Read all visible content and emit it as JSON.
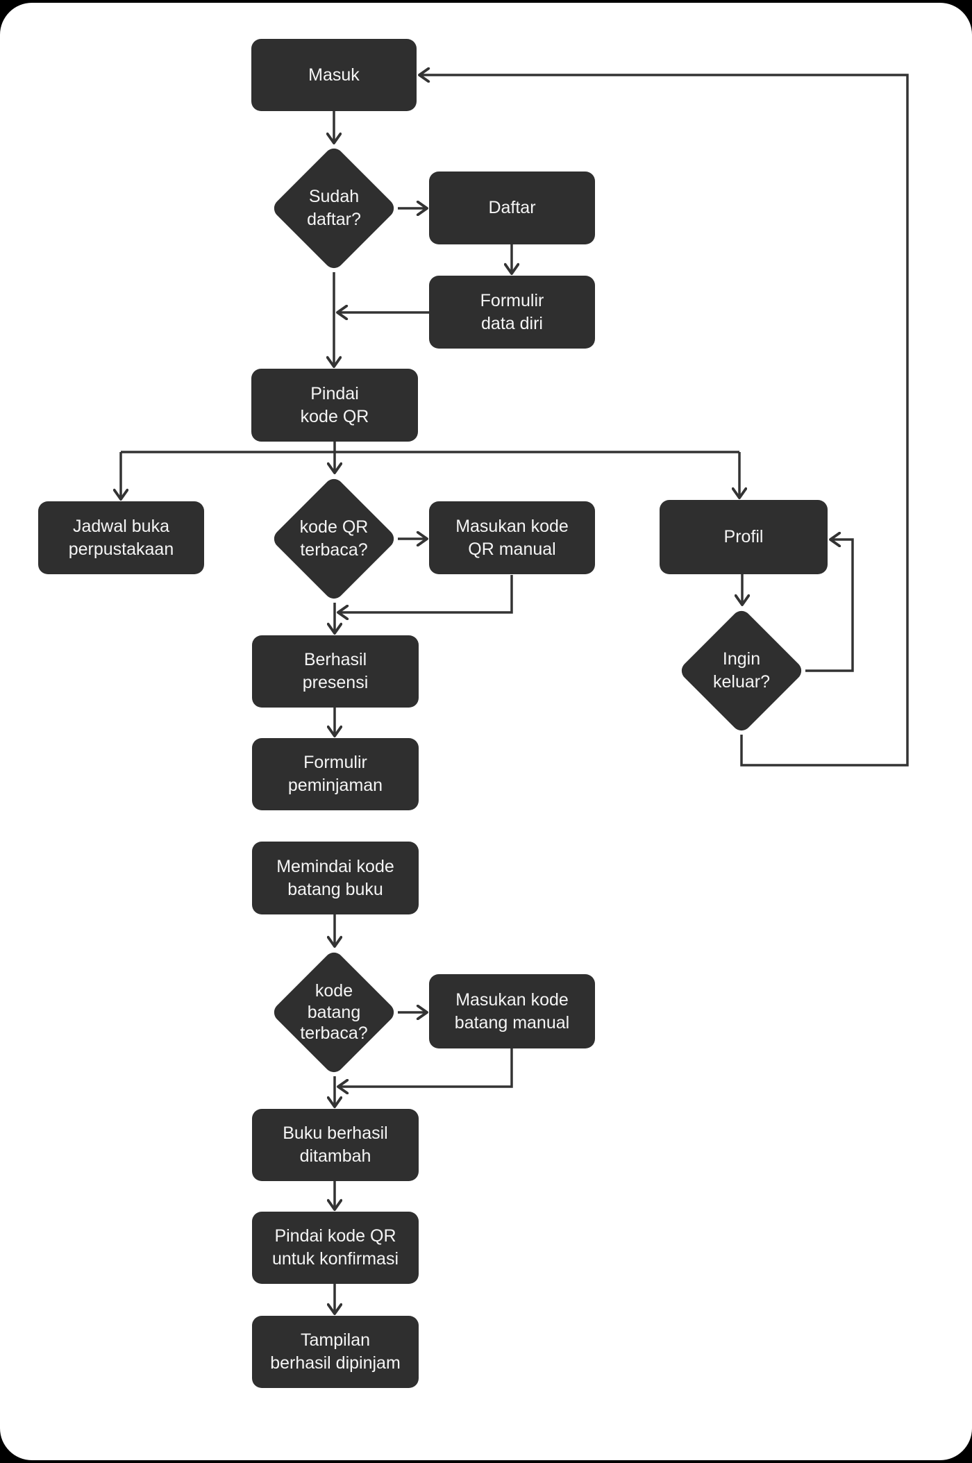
{
  "frame": {
    "background": "#000000",
    "surface": "#ffffff"
  },
  "diagram": {
    "title": "",
    "node_fill": "#2f2f2f",
    "node_text_color": "#f5f5f5",
    "connector_color": "#333333",
    "nodes": {
      "masuk": {
        "shape": "process",
        "label": "Masuk"
      },
      "sudah_daftar": {
        "shape": "decision",
        "label": "Sudah\ndaftar?"
      },
      "daftar": {
        "shape": "process",
        "label": "Daftar"
      },
      "formulir_data_diri": {
        "shape": "process",
        "label": "Formulir\ndata diri"
      },
      "pindai_kode_qr": {
        "shape": "process",
        "label": "Pindai\nkode QR"
      },
      "jadwal_buka": {
        "shape": "process",
        "label": "Jadwal buka\nperpustakaan"
      },
      "kode_qr_terbaca": {
        "shape": "decision",
        "label": "kode QR\nterbaca?"
      },
      "masukan_kode_qr": {
        "shape": "process",
        "label": "Masukan kode\nQR manual"
      },
      "profil": {
        "shape": "process",
        "label": "Profil"
      },
      "ingin_keluar": {
        "shape": "decision",
        "label": "Ingin\nkeluar?"
      },
      "berhasil_presensi": {
        "shape": "process",
        "label": "Berhasil\npresensi"
      },
      "formulir_peminjaman": {
        "shape": "process",
        "label": "Formulir\npeminjaman"
      },
      "memindai_kode_batang": {
        "shape": "process",
        "label": "Memindai kode\nbatang buku"
      },
      "kode_batang_terbaca": {
        "shape": "decision",
        "label": "kode\nbatang\nterbaca?"
      },
      "masukan_kode_batang": {
        "shape": "process",
        "label": "Masukan kode\nbatang manual"
      },
      "buku_berhasil_ditambah": {
        "shape": "process",
        "label": "Buku berhasil\nditambah"
      },
      "pindai_qr_konfirmasi": {
        "shape": "process",
        "label": "Pindai kode QR\nuntuk konfirmasi"
      },
      "tampilan_berhasil_dipinjam": {
        "shape": "process",
        "label": "Tampilan\nberhasil dipinjam"
      }
    },
    "edges": [
      {
        "from": "masuk",
        "to": "sudah_daftar"
      },
      {
        "from": "sudah_daftar",
        "to": "daftar"
      },
      {
        "from": "daftar",
        "to": "formulir_data_diri"
      },
      {
        "from": "formulir_data_diri",
        "to": "pindai_kode_qr"
      },
      {
        "from": "sudah_daftar",
        "to": "pindai_kode_qr"
      },
      {
        "from": "pindai_kode_qr",
        "to": "jadwal_buka"
      },
      {
        "from": "pindai_kode_qr",
        "to": "kode_qr_terbaca"
      },
      {
        "from": "pindai_kode_qr",
        "to": "profil"
      },
      {
        "from": "kode_qr_terbaca",
        "to": "masukan_kode_qr"
      },
      {
        "from": "masukan_kode_qr",
        "to": "berhasil_presensi"
      },
      {
        "from": "kode_qr_terbaca",
        "to": "berhasil_presensi"
      },
      {
        "from": "berhasil_presensi",
        "to": "formulir_peminjaman"
      },
      {
        "from": "memindai_kode_batang",
        "to": "kode_batang_terbaca"
      },
      {
        "from": "kode_batang_terbaca",
        "to": "masukan_kode_batang"
      },
      {
        "from": "masukan_kode_batang",
        "to": "buku_berhasil_ditambah"
      },
      {
        "from": "kode_batang_terbaca",
        "to": "buku_berhasil_ditambah"
      },
      {
        "from": "buku_berhasil_ditambah",
        "to": "pindai_qr_konfirmasi"
      },
      {
        "from": "pindai_qr_konfirmasi",
        "to": "tampilan_berhasil_dipinjam"
      },
      {
        "from": "profil",
        "to": "ingin_keluar"
      },
      {
        "from": "ingin_keluar",
        "to": "profil"
      },
      {
        "from": "ingin_keluar",
        "to": "masuk"
      }
    ]
  }
}
